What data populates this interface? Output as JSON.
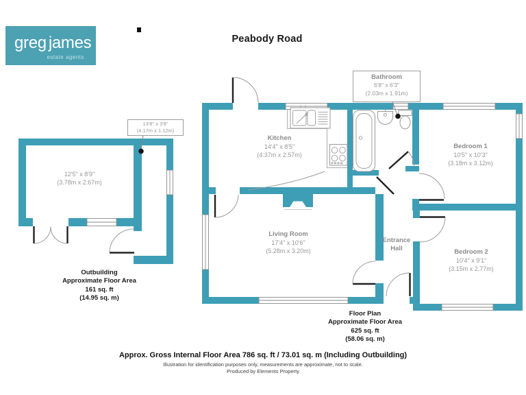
{
  "title": "Peabody Road",
  "brand": {
    "first": "greg",
    "last": "james",
    "tagline": "estate agents"
  },
  "rooms": {
    "kitchen": {
      "name": "Kitchen",
      "imperial": "14'4\" x 8'5\"",
      "metric": "(4.37m x 2.57m)"
    },
    "bathroom": {
      "name": "Bathroom",
      "imperial": "6'8\" x 6'3\"",
      "metric": "(2.03m x 1.91m)"
    },
    "bedroom1": {
      "name": "Bedroom 1",
      "imperial": "10'5\" x 10'3\"",
      "metric": "(3.18m x 3.12m)"
    },
    "living_room": {
      "name": "Living Room",
      "imperial": "17'4\" x 10'6\"",
      "metric": "(5.28m x 3.20m)"
    },
    "entrance_hall": {
      "name_line1": "Entrance",
      "name_line2": "Hall"
    },
    "bedroom2": {
      "name": "Bedroom 2",
      "imperial": "10'4\" x 9'1\"",
      "metric": "(3.15m x 2.77m)"
    },
    "outbuilding_room": {
      "imperial": "12'5\" x 8'9\"",
      "metric": "(3.78m x 2.67m)"
    },
    "outbuilding_store": {
      "imperial": "13'8\" x 3'8\"",
      "metric": "(4.17m x 1.12m)"
    }
  },
  "areas": {
    "outbuilding": {
      "lines": [
        "Outbuilding",
        "Approximate Floor Area",
        "161 sq. ft",
        "(14.95 sq. m)"
      ]
    },
    "floor_plan": {
      "lines": [
        "Floor Plan",
        "Approximate Floor Area",
        "625 sq. ft",
        "(58.06 sq. m)"
      ]
    }
  },
  "footer": {
    "gross": "Approx. Gross Internal Floor Area 786 sq. ft / 73.01 sq. m (Including Outbuilding)",
    "disclaimer": "Illustration for identification purposes only, measurements are approximate, not to scale.",
    "producer": "Produced by Elements Property"
  },
  "colors": {
    "wall": "#3E9EB6",
    "logo_bg": "#4CA1B3",
    "label_gray": "#8B8B8B"
  }
}
